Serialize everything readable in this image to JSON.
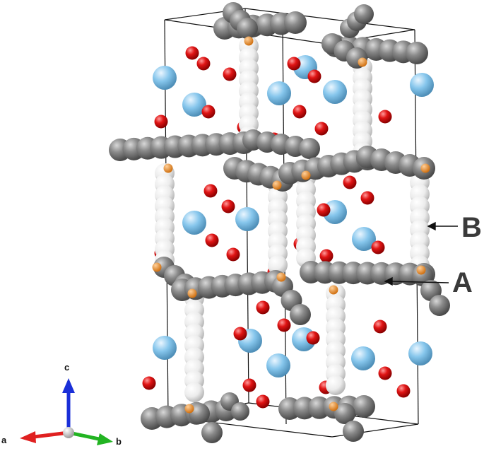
{
  "labels": {
    "B": "B",
    "A": "A"
  },
  "axes": {
    "a": "a",
    "b": "b",
    "c": "c"
  },
  "colors": {
    "carbon": "#7d7d7d",
    "hydrogen": "#e6e6e6",
    "oxygen": "#e01414",
    "cation": "#86c6ec",
    "junction": "#e88a2c",
    "cell_edge": "#111111",
    "arrow": "#111111",
    "axis_a": "#e02020",
    "axis_b": "#22b422",
    "axis_c": "#1a2fd8"
  }
}
